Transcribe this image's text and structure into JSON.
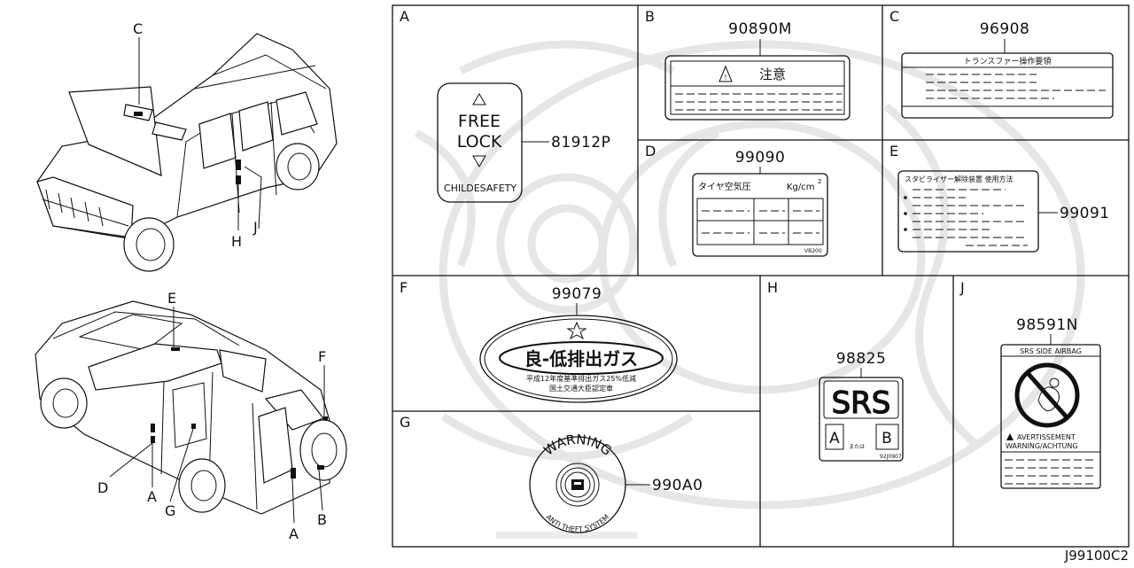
{
  "diagram_code": "J99100C2",
  "car_callouts": {
    "front_view": [
      "C",
      "H",
      "J"
    ],
    "rear_view": [
      "E",
      "F",
      "D",
      "A",
      "G",
      "A",
      "B"
    ]
  },
  "panels": {
    "A": {
      "letter": "A",
      "part_number": "81912P",
      "label_lines": [
        "FREE",
        "LOCK"
      ],
      "footer": "CHILDESAFETY"
    },
    "B": {
      "letter": "B",
      "part_number": "90890M",
      "header_text": "注意"
    },
    "C": {
      "letter": "C",
      "part_number": "96908",
      "header_text": "トランスファー操作要領"
    },
    "D": {
      "letter": "D",
      "part_number": "99090",
      "header_text": "タイヤ空気圧",
      "unit": "Kg/cm",
      "unit_exp": "2",
      "code": "VB200"
    },
    "E": {
      "letter": "E",
      "part_number": "99091",
      "header_text": "スタビライザー解除装置 使用方法"
    },
    "F": {
      "letter": "F",
      "part_number": "99079",
      "main_text": "良-低排出ガス",
      "sub_line1": "平成12年度基準排出ガス25%低減",
      "sub_line2": "国土交通大臣認定車"
    },
    "G": {
      "letter": "G",
      "part_number": "990A0",
      "top_text": "WARNING",
      "bottom_text": "ANTI THEFT SYSTEM"
    },
    "H": {
      "letter": "H",
      "part_number": "98825",
      "main_text": "SRS",
      "box_a": "A",
      "box_b": "B",
      "or_text": "または",
      "code": "92J0907"
    },
    "J": {
      "letter": "J",
      "part_number": "98591N",
      "header_text": "SRS SIDE AIRBAG",
      "warn_line1": "AVERTISSEMENT",
      "warn_line2": "WARNING/ACHTUNG"
    }
  }
}
